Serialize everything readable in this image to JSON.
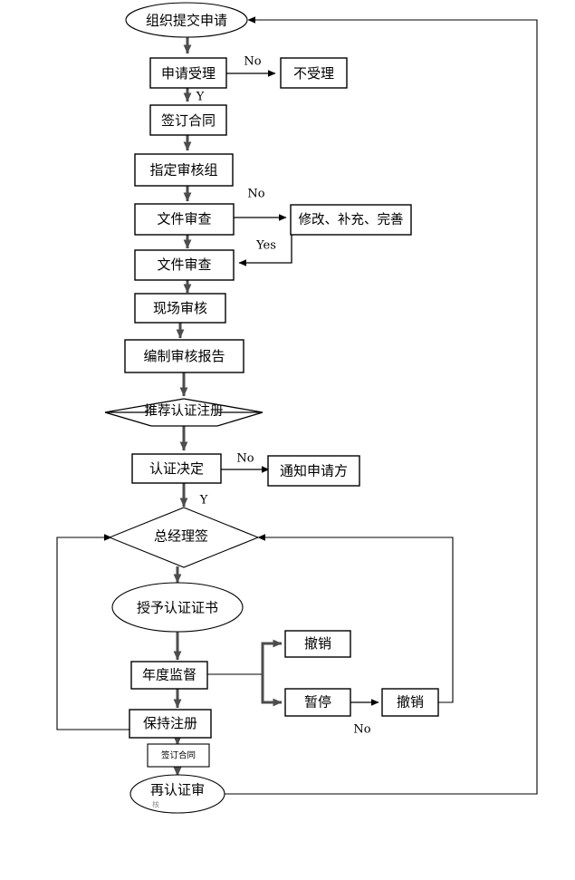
{
  "diagram": {
    "title": "",
    "type": "flowchart",
    "orientation": "top-to-bottom",
    "background_color": "#ffffff",
    "line_color": "#000000",
    "text_color": "#000000"
  },
  "nodes": {
    "submit_application": {
      "label": "组织提交申请",
      "shape": "ellipse"
    },
    "accept_application": {
      "label": "申请受理",
      "shape": "rect"
    },
    "not_accepted": {
      "label": "不受理",
      "shape": "rect"
    },
    "sign_contract": {
      "label": "签订合同",
      "shape": "rect"
    },
    "assign_audit_team": {
      "label": "指定审核组",
      "shape": "rect"
    },
    "doc_review_1": {
      "label": "文件审查",
      "shape": "rect"
    },
    "revise_supplement_improve": {
      "label": "修改、补充、完善",
      "shape": "rect"
    },
    "doc_review_2": {
      "label": "文件审查",
      "shape": "rect"
    },
    "onsite_audit": {
      "label": "现场审核",
      "shape": "rect"
    },
    "prepare_audit_report": {
      "label": "编制审核报告",
      "shape": "rect"
    },
    "recommend_registration": {
      "label": "推荐认证注册",
      "shape": "diamond-open"
    },
    "certification_decision": {
      "label": "认证决定",
      "shape": "rect"
    },
    "notify_applicant": {
      "label": "通知申请方",
      "shape": "rect"
    },
    "gm_signature": {
      "label": "总经理签",
      "shape": "diamond"
    },
    "grant_certificate": {
      "label": "授予认证证书",
      "shape": "ellipse"
    },
    "annual_surveillance": {
      "label": "年度监督",
      "shape": "rect"
    },
    "withdraw_1": {
      "label": "撤销",
      "shape": "rect"
    },
    "suspend": {
      "label": "暂停",
      "shape": "rect"
    },
    "withdraw_2": {
      "label": "撤销",
      "shape": "rect"
    },
    "maintain_registration": {
      "label": "保持注册",
      "shape": "rect"
    },
    "sign_contract_small": {
      "label": "签订合同",
      "shape": "rect"
    },
    "recertification_audit": {
      "label": "再认证审",
      "shape": "ellipse"
    },
    "recertification_audit_sub": {
      "label": "核"
    }
  },
  "edge_labels": {
    "accept_no": "No",
    "accept_yes": "Y",
    "doc_review_no": "No",
    "revise_yes": "Yes",
    "decision_no": "No",
    "decision_yes": "Y",
    "withdraw_no": "No"
  }
}
